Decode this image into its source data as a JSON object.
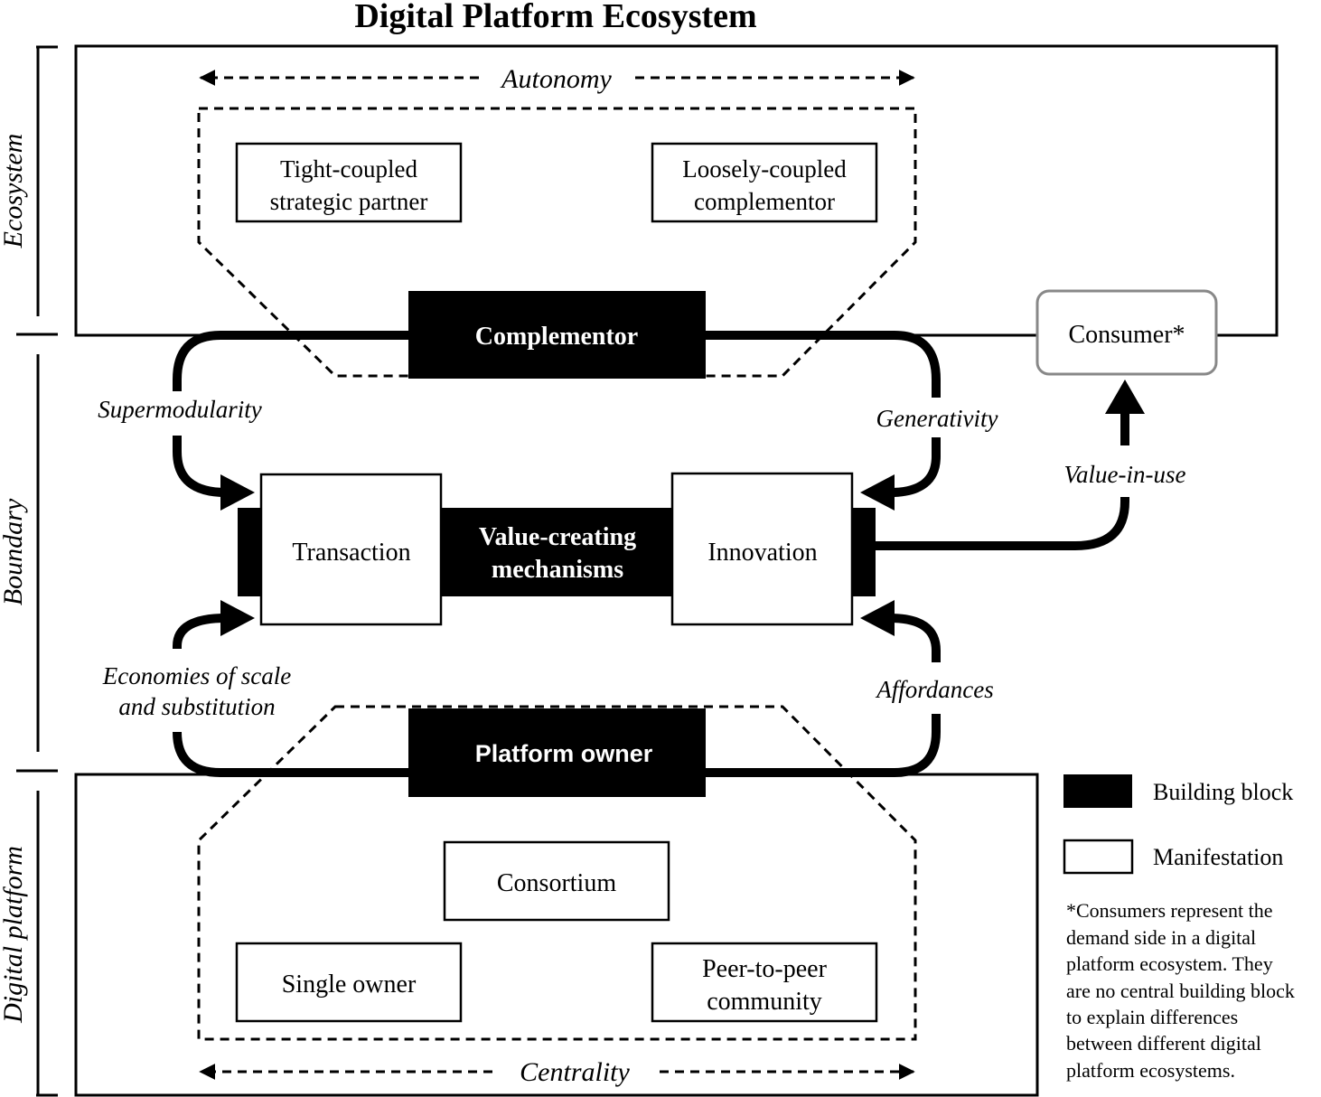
{
  "title": "Digital Platform Ecosystem",
  "layers": {
    "ecosystem": "Ecosystem",
    "boundary": "Boundary",
    "digital_platform": "Digital platform"
  },
  "top": {
    "axis_label": "Autonomy",
    "partner_line1": "Tight-coupled",
    "partner_line2": "strategic partner",
    "complementor_line1": "Loosely-coupled",
    "complementor_line2": "complementor",
    "block": "Complementor"
  },
  "consumer": "Consumer*",
  "middle": {
    "supermodularity": "Supermodularity",
    "generativity": "Generativity",
    "value_in_use": "Value-in-use",
    "transaction": "Transaction",
    "mechanisms_line1": "Value-creating",
    "mechanisms_line2": "mechanisms",
    "innovation": "Innovation",
    "economies_line1": "Economies of scale",
    "economies_line2": "and substitution",
    "affordances": "Affordances"
  },
  "bottom": {
    "block": "Platform owner",
    "consortium": "Consortium",
    "single_owner": "Single owner",
    "p2p_line1": "Peer-to-peer",
    "p2p_line2": "community",
    "axis_label": "Centrality"
  },
  "legend": {
    "building_block": "Building block",
    "manifestation": "Manifestation",
    "footnote": [
      "*Consumers represent the",
      "demand side in a digital",
      "platform ecosystem. They",
      "are no central building block",
      "to explain differences",
      "between different digital",
      "platform ecosystems."
    ]
  }
}
